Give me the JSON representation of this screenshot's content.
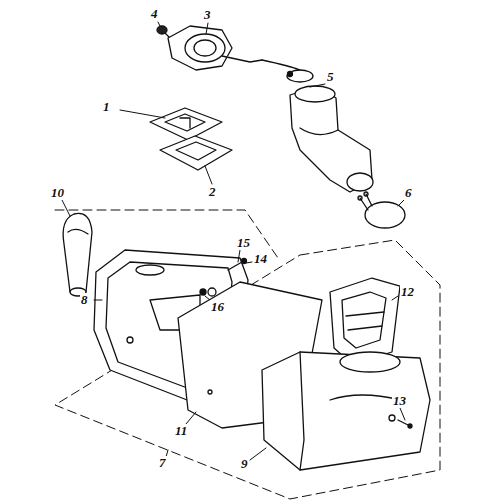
{
  "diagram": {
    "labels": [
      "4",
      "3",
      "5",
      "1",
      "2",
      "10",
      "6",
      "15",
      "14",
      "12",
      "8",
      "16",
      "13",
      "11",
      "7",
      "9"
    ]
  }
}
